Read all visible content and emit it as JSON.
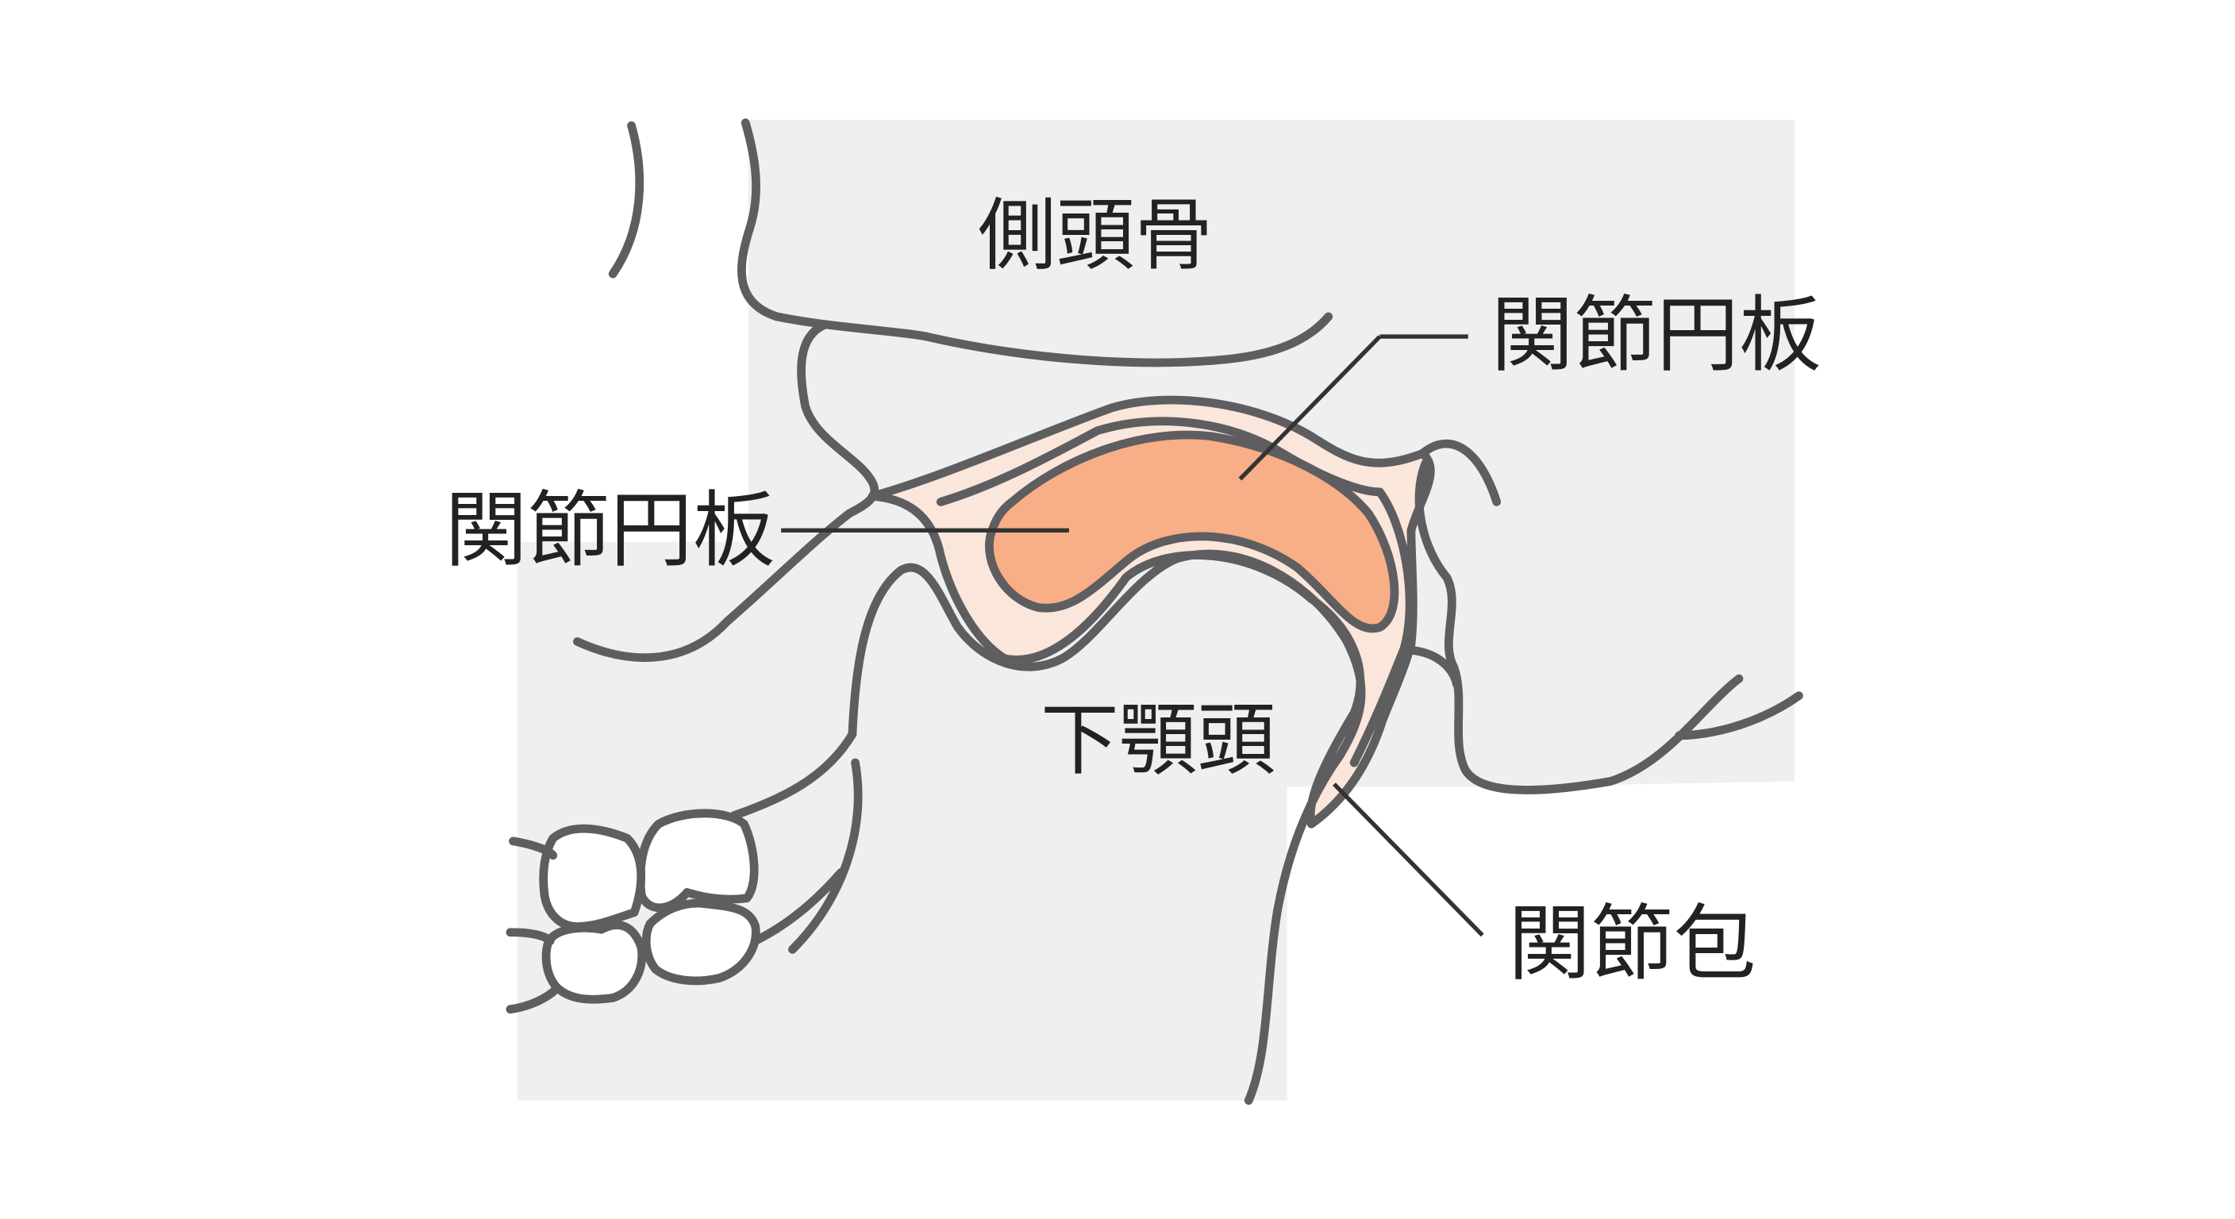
{
  "colors": {
    "background_panel": "#eeeff0",
    "outline": "#5e5e60",
    "capsule_fill": "#fbe6dc",
    "disc_fill": "#f8ae86",
    "teeth_fill": "#ffffff",
    "label_text": "#222222"
  },
  "labels": {
    "temporal_bone": "側頭骨",
    "articular_disc_right": "関節円板",
    "articular_disc_left": "関節円板",
    "mandibular_condyle": "下顎頭",
    "joint_capsule": "関節包"
  }
}
